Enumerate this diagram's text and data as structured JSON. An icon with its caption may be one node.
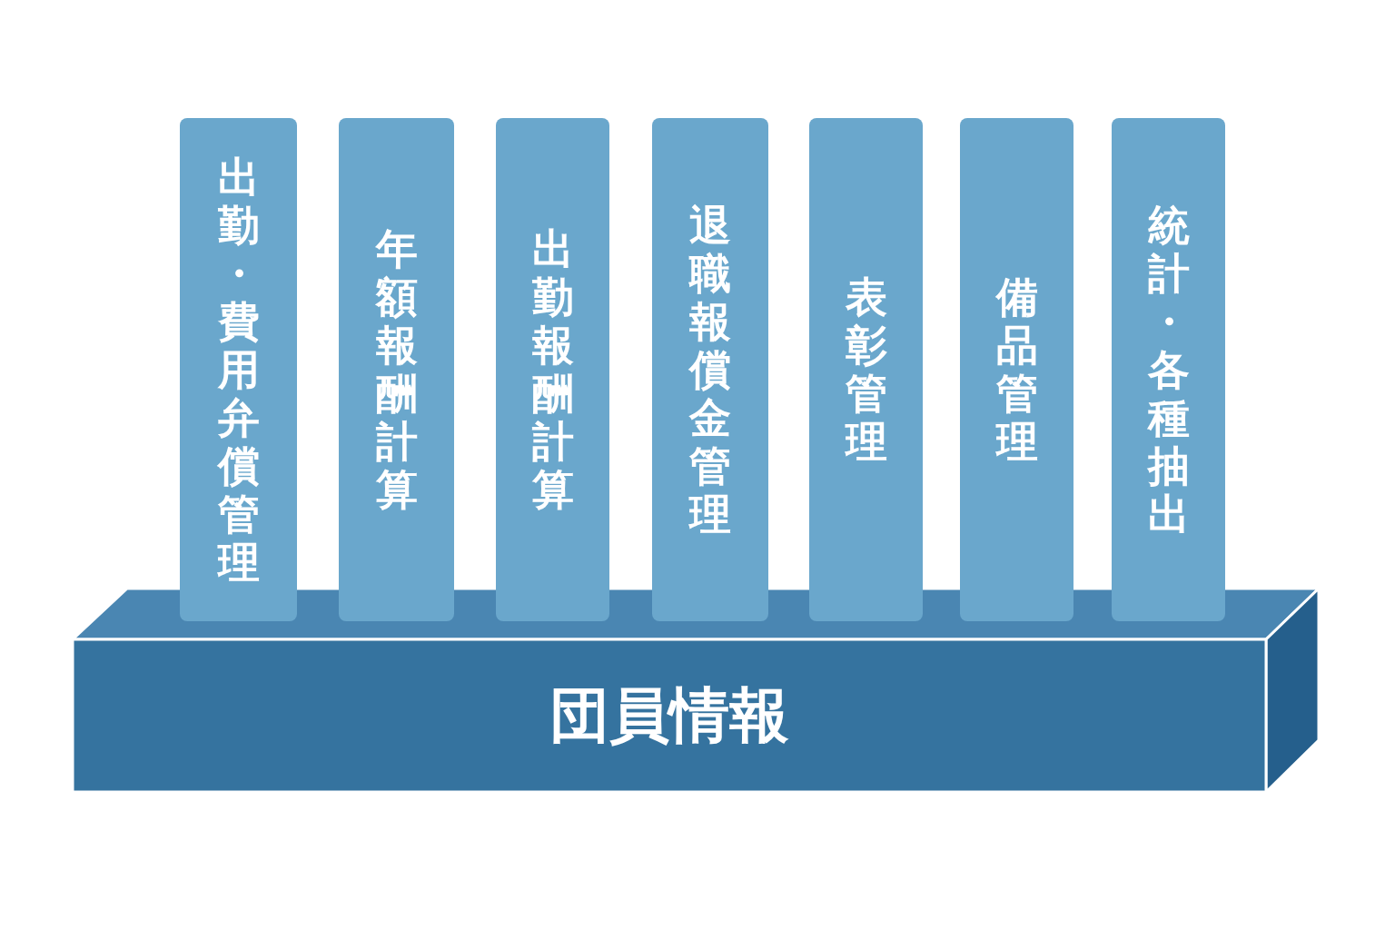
{
  "diagram": {
    "nodes": [
      {
        "text": [
          "出勤・費用弁償管理"
        ]
      },
      {
        "text": [
          "年額報酬計算"
        ]
      },
      {
        "text": [
          "出勤報酬計算"
        ]
      },
      {
        "text": [
          "退職報償金管理"
        ]
      },
      {
        "text": [
          "表彰管理"
        ]
      },
      {
        "text": [
          "備品管理"
        ]
      },
      {
        "text": [
          "統計・各種抽出"
        ]
      },
      {
        "text": [
          "団員情報"
        ]
      }
    ]
  }
}
